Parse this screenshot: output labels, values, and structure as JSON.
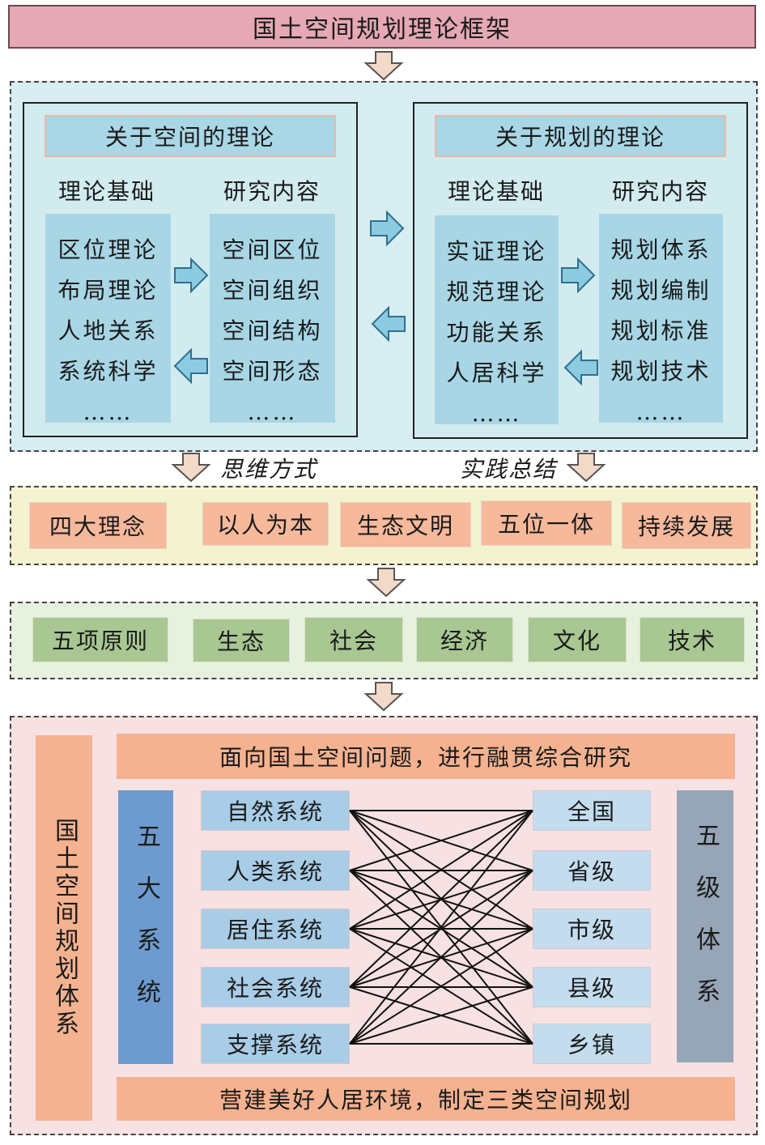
{
  "title": "国土空间规划理论框架",
  "theory": {
    "space": {
      "header": "关于空间的理论",
      "basis_label": "理论基础",
      "content_label": "研究内容",
      "basis_items": [
        "区位理论",
        "布局理论",
        "人地关系",
        "系统科学",
        "……"
      ],
      "content_items": [
        "空间区位",
        "空间组织",
        "空间结构",
        "空间形态",
        "……"
      ]
    },
    "planning": {
      "header": "关于规划的理论",
      "basis_label": "理论基础",
      "content_label": "研究内容",
      "basis_items": [
        "实证理论",
        "规范理论",
        "功能关系",
        "人居科学",
        "……"
      ],
      "content_items": [
        "规划体系",
        "规划编制",
        "规划标准",
        "规划技术",
        "……"
      ]
    }
  },
  "connectors": {
    "left": "思维方式",
    "right": "实践总结"
  },
  "concepts": {
    "label": "四大理念",
    "items": [
      "以人为本",
      "生态文明",
      "五位一体",
      "持续发展"
    ]
  },
  "principles": {
    "label": "五项原则",
    "items": [
      "生态",
      "社会",
      "经济",
      "文化",
      "技术"
    ]
  },
  "system": {
    "side_label": "国土空间规划体系",
    "top_bar": "面向国土空间问题，进行融贯综合研究",
    "bottom_bar": "营建美好人居环境，制定三类空间规划",
    "left_vertical": "五大系统",
    "right_vertical": "五级体系",
    "systems": [
      "自然系统",
      "人类系统",
      "居住系统",
      "社会系统",
      "支撑系统"
    ],
    "levels": [
      "全国",
      "省级",
      "市级",
      "县级",
      "乡镇"
    ]
  },
  "colors": {
    "title_bg": "#e5a8b4",
    "blue_box": "#a8d6e5",
    "arrow_blue": "#8ccbe0",
    "arrow_peach": "#f3d9c7",
    "orange": "#f6b99c",
    "green": "#a8c793",
    "system_blue": "#a9cde7",
    "vertical_blue": "#6d9bd0",
    "vertical_gray": "#97a6b7"
  }
}
